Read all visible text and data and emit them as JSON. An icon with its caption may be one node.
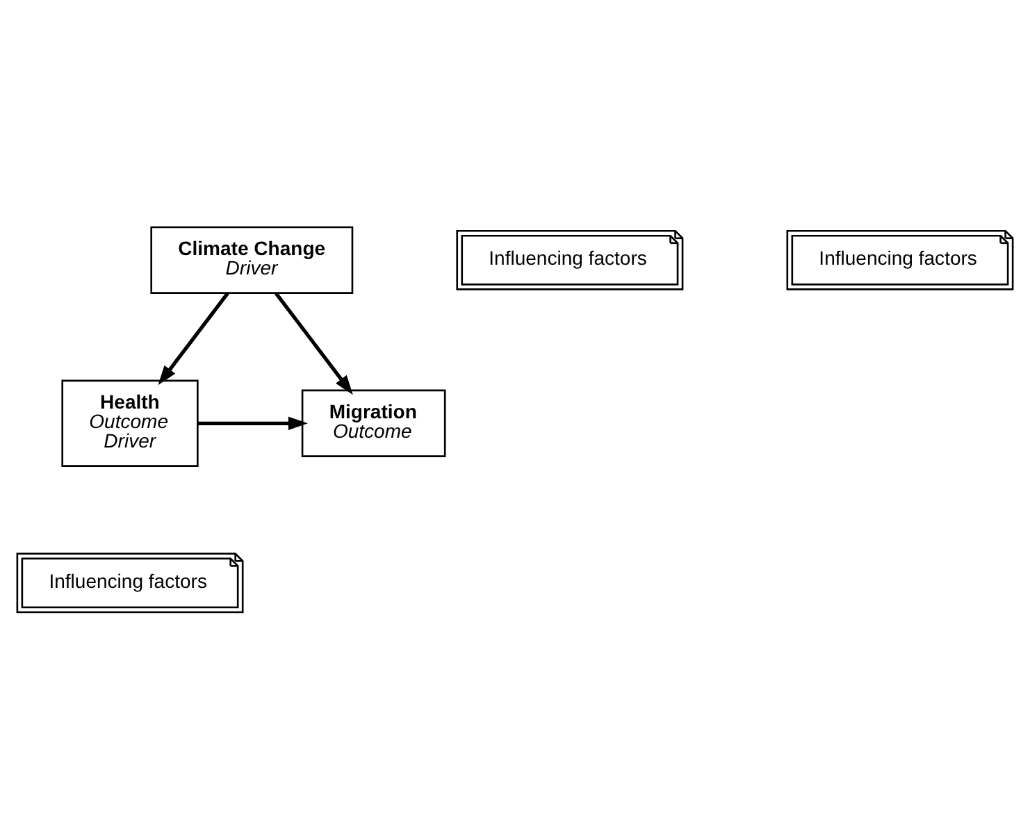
{
  "diagram": {
    "nodes": [
      {
        "text": [
          "Climate Change",
          "Driver"
        ]
      },
      {
        "text": [
          "Health",
          "Outcome",
          "Driver"
        ]
      },
      {
        "text": [
          "Migration",
          "Outcome"
        ]
      },
      {
        "text": [
          "Influencing factors"
        ]
      },
      {
        "text": [
          "Influencing factors"
        ]
      },
      {
        "text": [
          "Influencing factors"
        ]
      }
    ],
    "edges": [
      {
        "from": 0,
        "to": 1,
        "arrow": "to"
      },
      {
        "from": 0,
        "to": 2,
        "arrow": "to"
      },
      {
        "from": 1,
        "to": 2,
        "arrow": "to"
      }
    ]
  }
}
